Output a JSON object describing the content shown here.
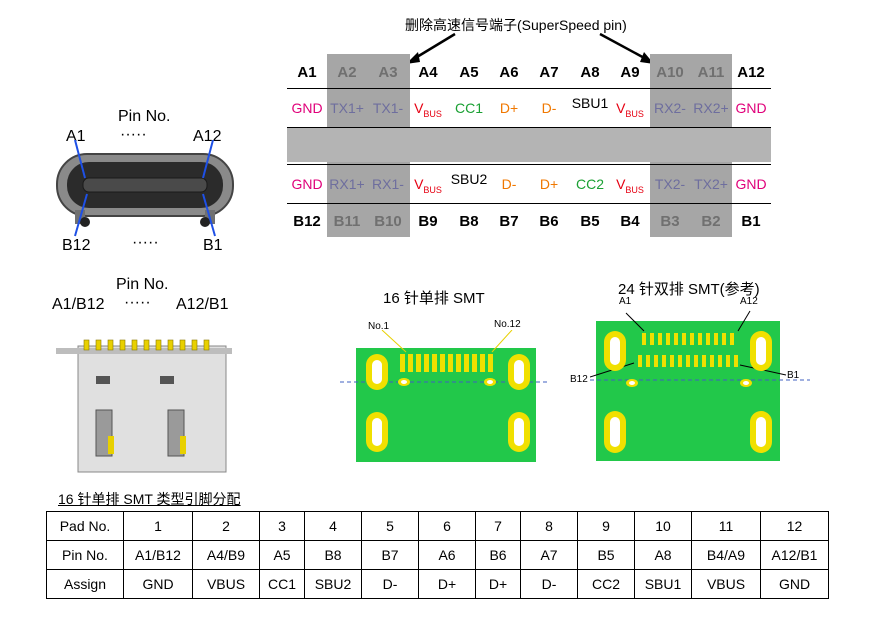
{
  "top_note": "删除高速信号端子(SuperSpeed pin)",
  "pinout": {
    "top_pins": [
      "A1",
      "A2",
      "A3",
      "A4",
      "A5",
      "A6",
      "A7",
      "A8",
      "A9",
      "A10",
      "A11",
      "A12"
    ],
    "top_signals": [
      "GND",
      "TX1+",
      "TX1-",
      "V",
      "CC1",
      "D+",
      "D-",
      "SBU1",
      "V",
      "RX2-",
      "RX2+",
      "GND"
    ],
    "bottom_signals": [
      "GND",
      "RX1+",
      "RX1-",
      "V",
      "SBU2",
      "D-",
      "D+",
      "CC2",
      "V",
      "TX2-",
      "TX2+",
      "GND"
    ],
    "bottom_pins": [
      "B12",
      "B11",
      "B10",
      "B9",
      "B8",
      "B7",
      "B6",
      "B5",
      "B4",
      "B3",
      "B2",
      "B1"
    ],
    "vbus_sub": "BUS",
    "colors": {
      "gnd": "#e0007a",
      "tx_rx": "#6e6e9e",
      "vbus": "#e60012",
      "cc": "#1aa033",
      "data": "#f07800",
      "sbu": "#000000",
      "shade": "#a6a6a6",
      "band": "#b4b4b4"
    }
  },
  "connector_front": {
    "title": "Pin No.",
    "dots": "·····",
    "a1": "A1",
    "a12": "A12",
    "b12": "B12",
    "b1": "B1"
  },
  "connector_side": {
    "title": "Pin No.",
    "left": "A1/B12",
    "dots": "·····",
    "right": "A12/B1"
  },
  "pcb16": {
    "title": "16 针单排 SMT",
    "no1": "No.1",
    "no12": "No.12"
  },
  "pcb24": {
    "title": "24 针双排 SMT(参考)",
    "a1": "A1",
    "a12": "A12",
    "b12": "B12",
    "b1": "B1"
  },
  "table": {
    "caption": "16 针单排 SMT 类型引脚分配",
    "rows": [
      [
        "Pad No.",
        "1",
        "2",
        "3",
        "4",
        "5",
        "6",
        "7",
        "8",
        "9",
        "10",
        "11",
        "12"
      ],
      [
        "Pin No.",
        "A1/B12",
        "A4/B9",
        "A5",
        "B8",
        "B7",
        "A6",
        "B6",
        "A7",
        "B5",
        "A8",
        "B4/A9",
        "A12/B1"
      ],
      [
        "Assign",
        "GND",
        "VBUS",
        "CC1",
        "SBU2",
        "D-",
        "D+",
        "D+",
        "D-",
        "CC2",
        "SBU1",
        "VBUS",
        "GND"
      ]
    ]
  }
}
